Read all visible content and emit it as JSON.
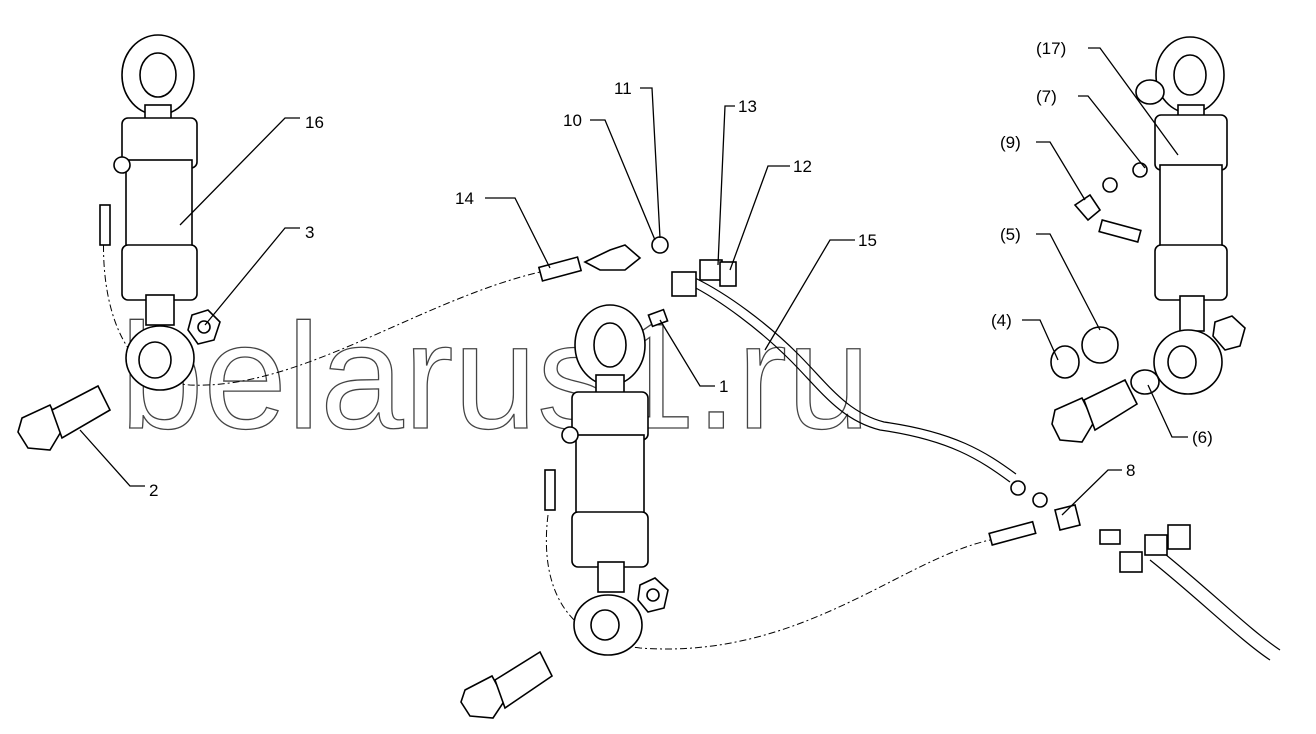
{
  "watermark": "belarus1.ru",
  "callouts": {
    "c1": "1",
    "c2": "2",
    "c3": "3",
    "c8": "8",
    "c10": "10",
    "c11": "11",
    "c12": "12",
    "c13": "13",
    "c14": "14",
    "c15": "15",
    "c16": "16",
    "c4": "(4)",
    "c5": "(5)",
    "c6": "(6)",
    "c7": "(7)",
    "c9": "(9)",
    "c17": "(17)"
  }
}
